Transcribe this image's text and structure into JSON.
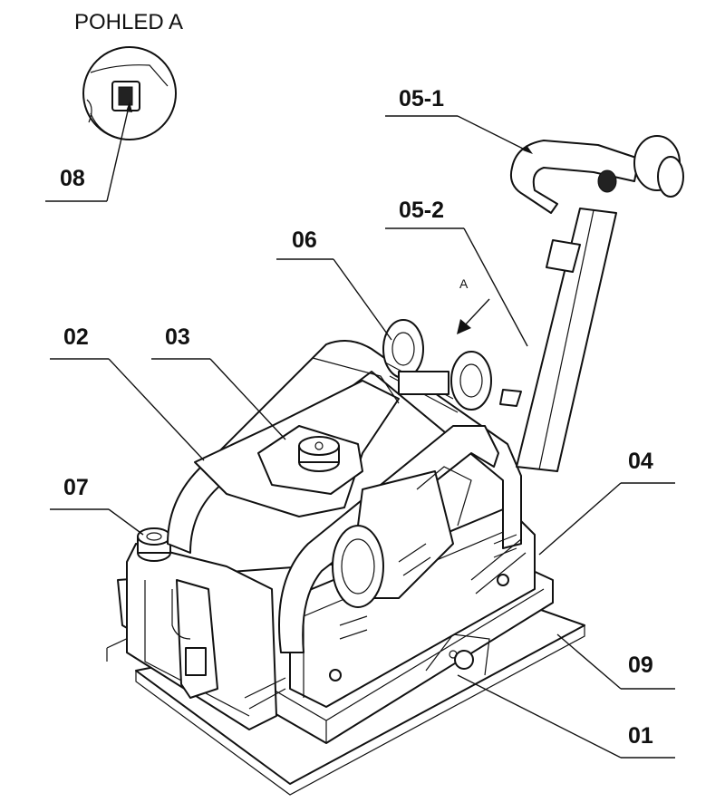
{
  "view": {
    "title": "POHLED A",
    "arrow_label": "A"
  },
  "callouts": [
    {
      "id": "05-1"
    },
    {
      "id": "05-2"
    },
    {
      "id": "06"
    },
    {
      "id": "02"
    },
    {
      "id": "03"
    },
    {
      "id": "07"
    },
    {
      "id": "04"
    },
    {
      "id": "08"
    },
    {
      "id": "09"
    },
    {
      "id": "01"
    }
  ]
}
